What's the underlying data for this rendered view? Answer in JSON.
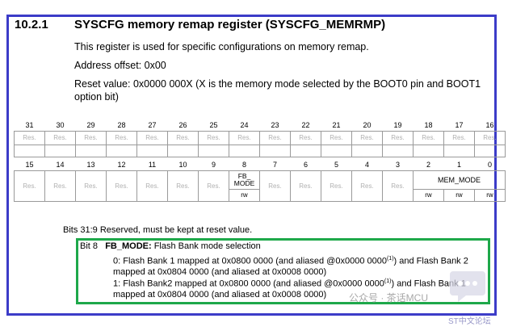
{
  "header": {
    "section_number": "10.2.1",
    "title": "SYSCFG memory remap register (SYSCFG_MEMRMP)"
  },
  "intro": {
    "description": "This register is used for specific configurations on memory remap.",
    "address_offset": "Address offset: 0x00",
    "reset_value_line1": "Reset value: 0x0000 000X (X is the memory mode selected by the BOOT0 pin and BOOT1",
    "reset_value_line2": "option bit)"
  },
  "register": {
    "upper_bit_numbers": [
      "31",
      "30",
      "29",
      "28",
      "27",
      "26",
      "25",
      "24",
      "23",
      "22",
      "21",
      "20",
      "19",
      "18",
      "17",
      "16"
    ],
    "upper_fields": [
      "Res.",
      "Res.",
      "Res.",
      "Res.",
      "Res.",
      "Res.",
      "Res.",
      "Res.",
      "Res.",
      "Res.",
      "Res.",
      "Res.",
      "Res.",
      "Res.",
      "Res.",
      "Res."
    ],
    "lower_bit_numbers": [
      "15",
      "14",
      "13",
      "12",
      "11",
      "10",
      "9",
      "8",
      "7",
      "6",
      "5",
      "4",
      "3",
      "2",
      "1",
      "0"
    ],
    "lower_reserved": "Res.",
    "fb_mode_field": [
      "FB_",
      "MODE"
    ],
    "mem_mode_field": "MEM_MODE",
    "access": "rw"
  },
  "bit_descriptions": {
    "reserved": "Bits 31:9  Reserved, must be kept at reset value.",
    "bit8_label": "Bit 8",
    "bit8_name": "FB_MODE:",
    "bit8_desc": " Flash Bank mode selection",
    "line1_a": "0: Flash Bank 1 mapped at 0x0800 0000 (and aliased @0x0000 0000",
    "line1_sup": "(1)",
    "line1_b": ") and Flash Bank 2",
    "line2": "mapped at 0x0804 0000 (and aliased at 0x0008 0000)",
    "line3_a": "1: Flash Bank2 mapped at 0x0800 0000 (and aliased @0x0000 0000",
    "line3_sup": "(1)",
    "line3_b": ") and Flash Bank 1",
    "line4": "mapped at 0x0804 0000 (and aliased at 0x0008 0000)"
  },
  "overlay": {
    "watermark": "公众号 · 茶话MCU",
    "footer": "ST中文论坛"
  },
  "colors": {
    "highlight_blue": "#3c3cc8",
    "highlight_green": "#1ea84a"
  }
}
